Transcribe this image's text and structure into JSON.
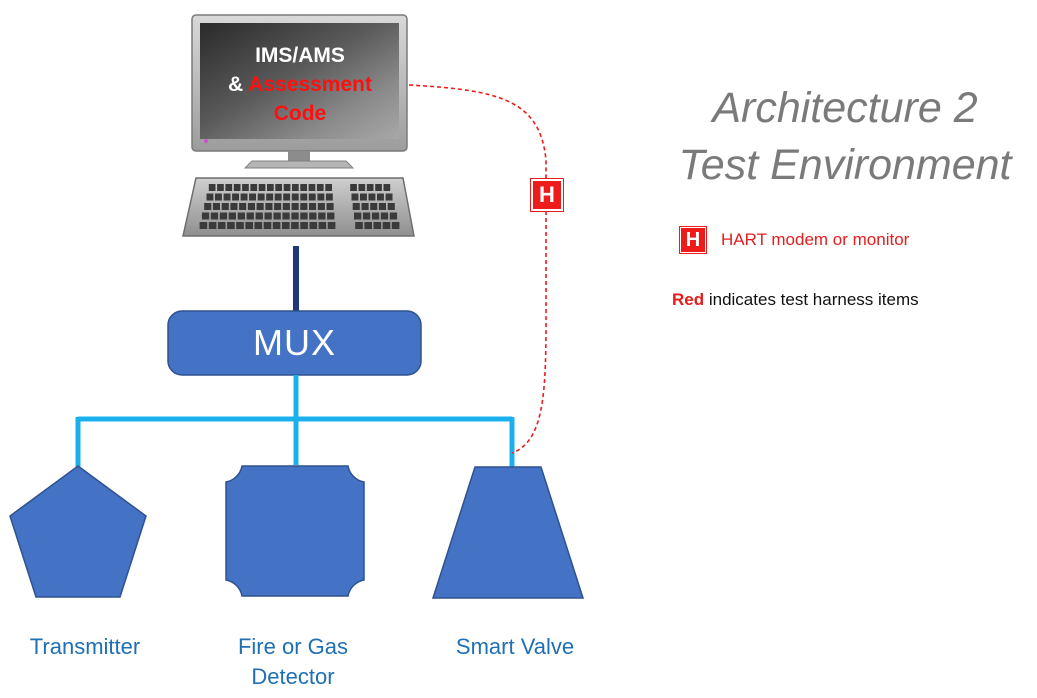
{
  "title": {
    "line1": "Architecture 2",
    "line2": "Test Environment"
  },
  "computer": {
    "screen_line1": "IMS/AMS",
    "screen_line2_amp": "& ",
    "screen_line2_red": "Assessment",
    "screen_line3": "Code"
  },
  "mux": {
    "label": "MUX"
  },
  "hart_badge": {
    "letter": "H"
  },
  "legend": {
    "hart_letter": "H",
    "hart_text": "HART modem or monitor",
    "red_word": "Red",
    "red_rest": " indicates test harness items"
  },
  "devices": {
    "transmitter": "Transmitter",
    "fire_line1": "Fire or Gas",
    "fire_line2": "Detector",
    "valve": "Smart Valve"
  },
  "colors": {
    "device_fill": "#4472c4",
    "bus_line": "#1ab0ec",
    "mux_link": "#1f3a78",
    "test_harness": "#ee1b1b",
    "label_text": "#1f6fb5",
    "title_text": "#7a7a7a"
  }
}
